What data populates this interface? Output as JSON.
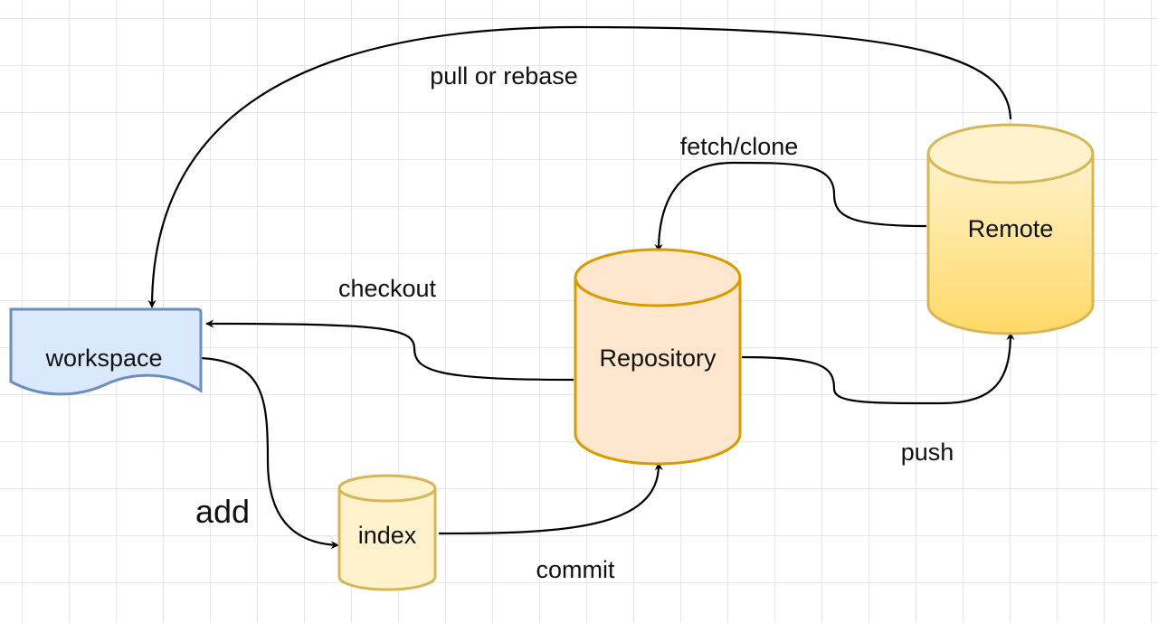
{
  "nodes": {
    "workspace": {
      "label": "workspace"
    },
    "index": {
      "label": "index"
    },
    "repository": {
      "label": "Repository"
    },
    "remote": {
      "label": "Remote"
    }
  },
  "edges": {
    "pull": {
      "label": "pull or rebase"
    },
    "fetch": {
      "label": "fetch/clone"
    },
    "checkout": {
      "label": "checkout"
    },
    "add": {
      "label": "add"
    },
    "commit": {
      "label": "commit"
    },
    "push": {
      "label": "push"
    }
  },
  "colors": {
    "workspace_fill": "#dae8fc",
    "workspace_stroke": "#6c8ebf",
    "index_fill": "#fff2cc",
    "index_stroke": "#d6b656",
    "repository_fill": "#ffe6cc",
    "repository_stroke": "#d79b00",
    "remote_fill_top": "#fff2cc",
    "remote_fill_bottom": "#ffd966",
    "remote_stroke": "#d6b656"
  }
}
